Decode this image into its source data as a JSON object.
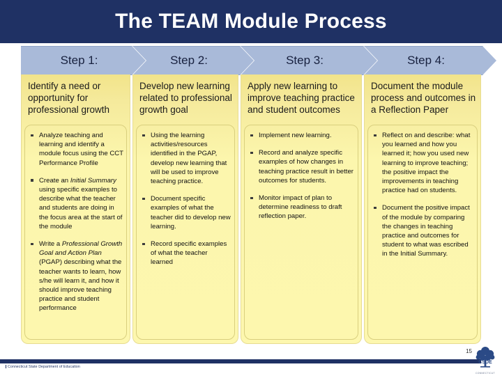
{
  "slide": {
    "title": "The TEAM Module Process",
    "page_number": "15",
    "footer_text": "Connecticut State Department of Education",
    "logo_name": "csde-tree-logo",
    "logo_caption": "CONNECTICUT"
  },
  "colors": {
    "banner": "#1f3164",
    "chevron": "#a9bad9",
    "panel_top": "#f2e48a",
    "panel_bottom": "#fdf7ae",
    "footer_bar": "#1f3164"
  },
  "steps": [
    {
      "label": "Step 1:",
      "heading": "Identify a need or opportunity for professional growth",
      "bullets": [
        [
          {
            "t": "Analyze teaching and learning and identify a module focus  using the CCT Performance Profile"
          }
        ],
        [
          {
            "t": "Create an "
          },
          {
            "t": "Initial Summary",
            "i": true
          },
          {
            "t": " using specific examples to describe what the teacher and students are doing in the focus area at the start of the module"
          }
        ],
        [
          {
            "t": "Write a "
          },
          {
            "t": "Professional Growth Goal and Action Plan",
            "i": true
          },
          {
            "t": " (PGAP) describing what the teacher wants to learn, how s/he will learn it, and how it should improve teaching practice and student performance"
          }
        ]
      ]
    },
    {
      "label": "Step 2:",
      "heading": "Develop new learning related to professional growth goal",
      "bullets": [
        [
          {
            "t": "Using the learning activities/resources identified in the PGAP, develop new learning that will be used to improve teaching practice."
          }
        ],
        [
          {
            "t": "Document specific examples of what the teacher did to develop new learning."
          }
        ],
        [
          {
            "t": "Record specific examples of what the teacher learned"
          }
        ]
      ]
    },
    {
      "label": "Step 3:",
      "heading": "Apply new learning to improve teaching practice and student outcomes",
      "bullets": [
        [
          {
            "t": "Implement new learning."
          }
        ],
        [
          {
            "t": "Record and analyze specific examples of how changes in teaching practice result in better outcomes for students."
          }
        ],
        [
          {
            "t": "Monitor impact of plan to determine readiness to draft reflection paper."
          }
        ]
      ]
    },
    {
      "label": "Step 4:",
      "heading": "Document the module process and outcomes in a Reflection Paper",
      "bullets": [
        [
          {
            "t": "Reflect on and describe: what you learned and how you learned it; how you used new learning to improve teaching; the positive impact the improvements in teaching practice had on students."
          }
        ],
        [
          {
            "t": "Document the positive impact of the module by comparing the changes in teaching practice and outcomes for student to what was  escribed in the "
          },
          {
            "t": "Initial Summary",
            "i": false
          },
          {
            "t": "."
          }
        ]
      ]
    }
  ]
}
